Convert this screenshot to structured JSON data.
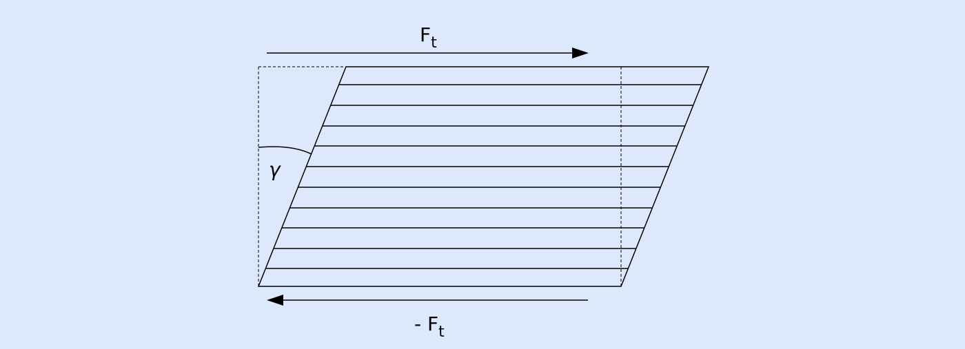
{
  "diagram": {
    "top_force": {
      "symbol": "F",
      "subscript": "t"
    },
    "bottom_force": {
      "prefix": "- ",
      "symbol": "F",
      "subscript": "t"
    },
    "angle_label": "γ",
    "layer_count": 11
  },
  "colors": {
    "background": "#dce9fd",
    "stroke": "#000000"
  }
}
